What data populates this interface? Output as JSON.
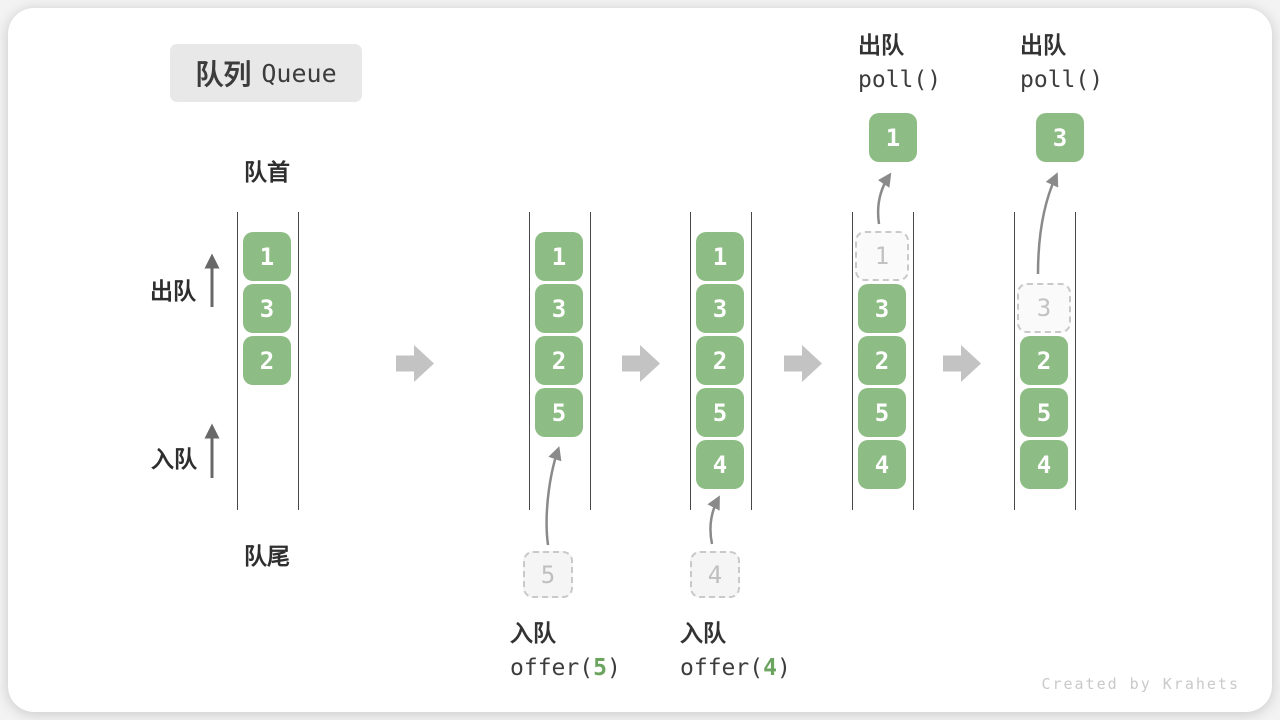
{
  "title": {
    "zh": "队列",
    "en": "Queue"
  },
  "side_labels": {
    "front": "队首",
    "rear": "队尾",
    "dequeue": "出队",
    "enqueue": "入队"
  },
  "queues": [
    {
      "cells": [
        "1",
        "3",
        "2"
      ]
    },
    {
      "cells": [
        "1",
        "3",
        "2",
        "5"
      ],
      "incoming": "5"
    },
    {
      "cells": [
        "1",
        "3",
        "2",
        "5",
        "4"
      ],
      "incoming": "4"
    },
    {
      "cells": [
        "3",
        "2",
        "5",
        "4"
      ],
      "removed": "1",
      "popped": "1"
    },
    {
      "cells": [
        "2",
        "5",
        "4"
      ],
      "removed": "3",
      "popped": "3"
    }
  ],
  "operations": {
    "offer5": {
      "label": "入队",
      "fn": "offer(",
      "arg": "5",
      "close": ")"
    },
    "offer4": {
      "label": "入队",
      "fn": "offer(",
      "arg": "4",
      "close": ")"
    },
    "poll1": {
      "label": "出队",
      "code": "poll()"
    },
    "poll2": {
      "label": "出队",
      "code": "poll()"
    }
  },
  "watermark": "Created by Krahets",
  "colors": {
    "cell_green": "#8dbd84",
    "code_green": "#6aa45f",
    "block_arrow_gray": "#c3c3c3",
    "dashed_gray": "#c9c9c9",
    "wall_gray": "#474747",
    "title_bg": "#e8e8e8"
  }
}
